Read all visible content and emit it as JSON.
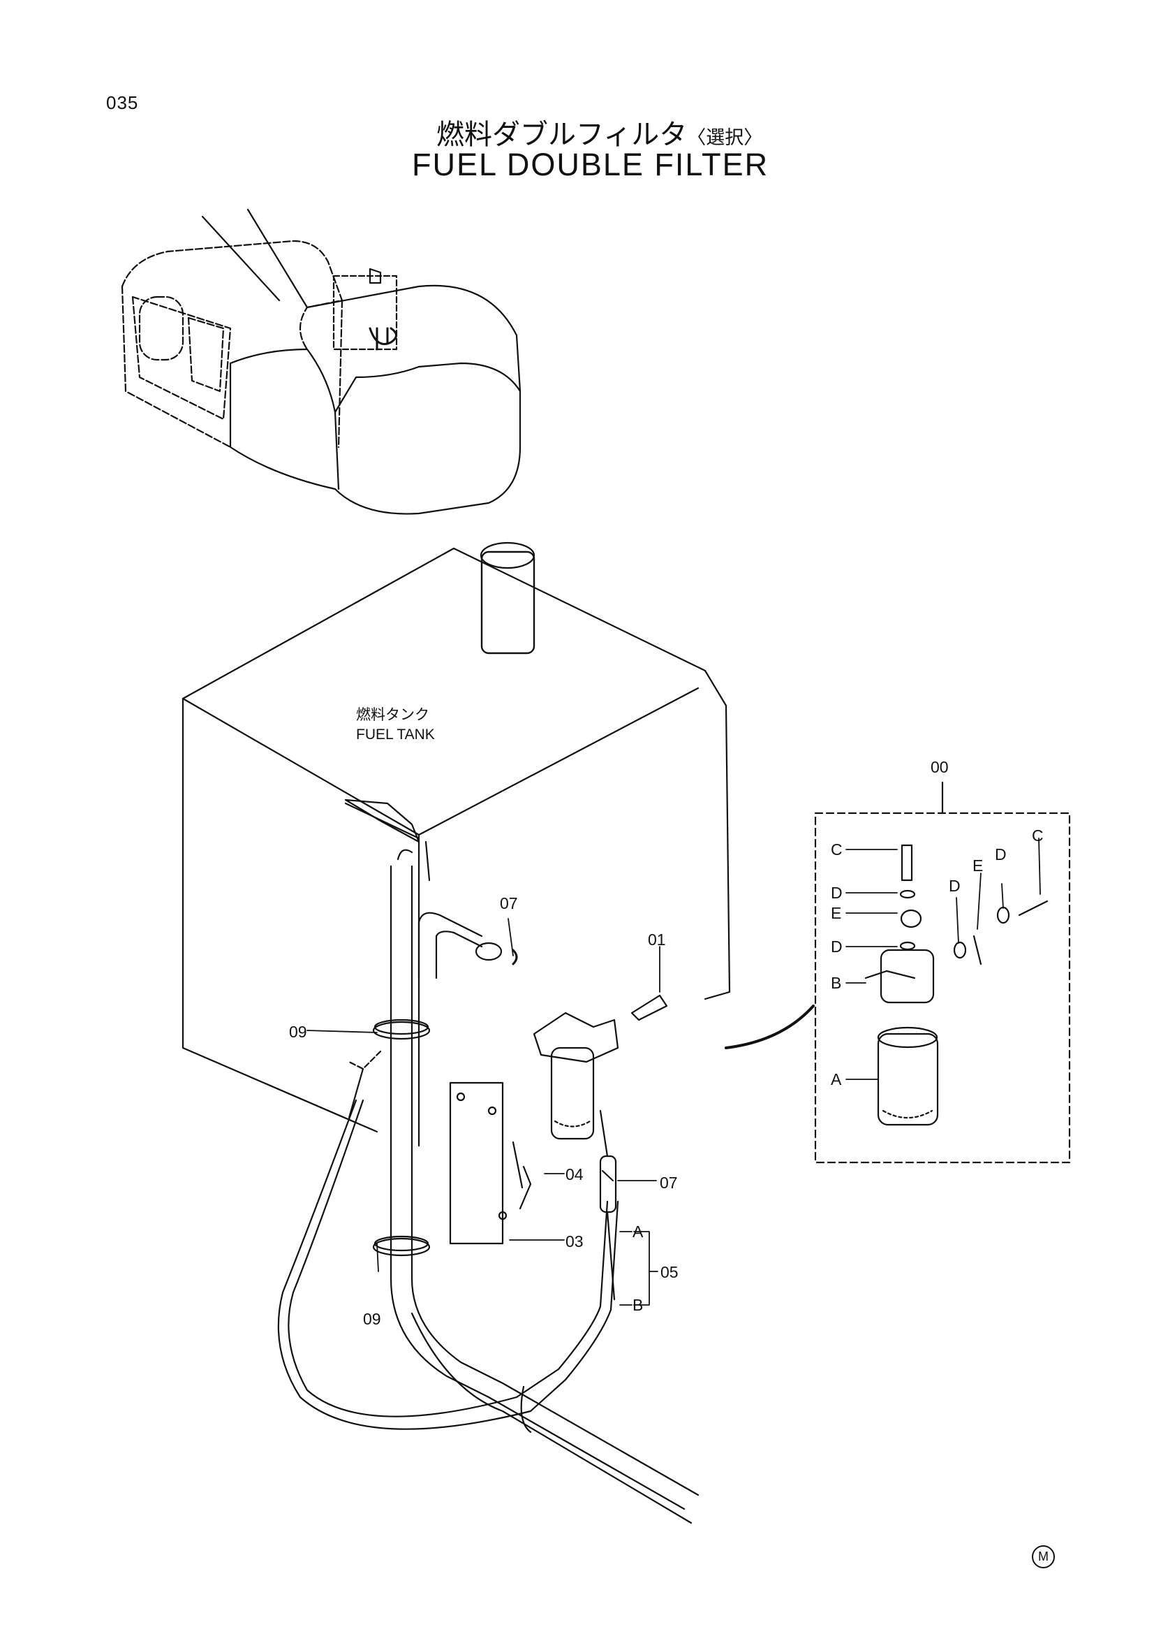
{
  "header": {
    "page_number": "035",
    "title_jp": "燃料ダブルフィルタ",
    "title_jp_suffix": "〈選択〉",
    "title_en": "FUEL DOUBLE FILTER"
  },
  "tank_label": {
    "jp": "燃料タンク",
    "en": "FUEL TANK"
  },
  "callouts": {
    "kit": "00",
    "screw_01": "01",
    "bracket_03": "03",
    "bolt_04": "04",
    "hose_05": "05",
    "clamp_07_top": "07",
    "clamp_07_right": "07",
    "clamp_09_upper": "09",
    "clamp_09_lower": "09",
    "hose_A": "A",
    "hose_B": "B",
    "kit_C_left": "C",
    "kit_D_1": "D",
    "kit_E_left": "E",
    "kit_D_2": "D",
    "kit_B": "B",
    "kit_A": "A",
    "kit_C_right": "C",
    "kit_D_3": "D",
    "kit_E_right": "E",
    "kit_D_4": "D"
  },
  "footer": {
    "mark": "M"
  }
}
